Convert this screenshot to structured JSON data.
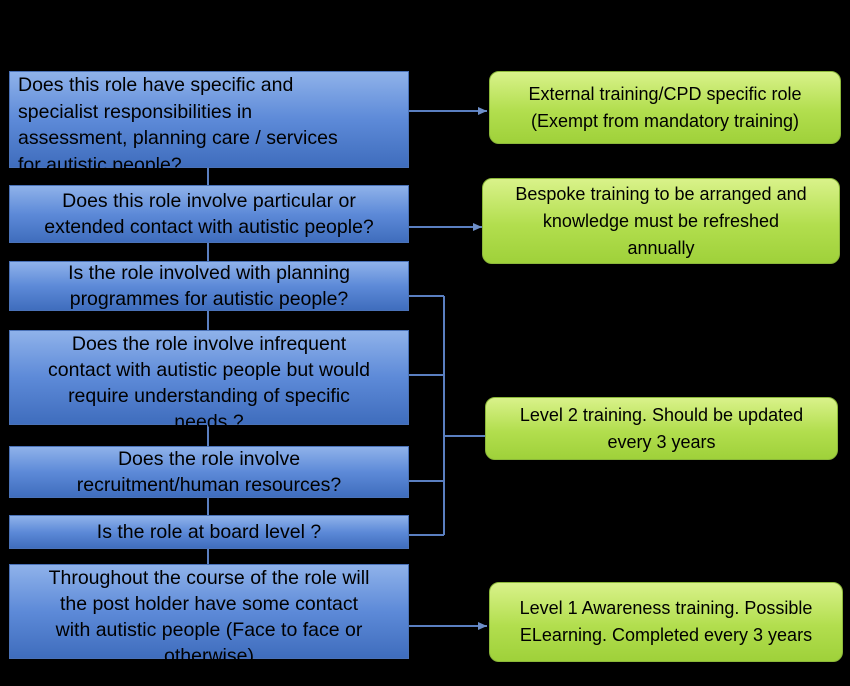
{
  "questions": [
    {
      "text": "Does this role have specific and\nspecialist responsibilities in\nassessment, planning care / services\nfor autistic people?"
    },
    {
      "text": "Does this role involve particular or\nextended contact with autistic people?"
    },
    {
      "text": "Is the role involved with planning\nprogrammes for autistic people?"
    },
    {
      "text": "Does the role involve infrequent\ncontact with autistic people but would\nrequire understanding of specific\nneeds ?"
    },
    {
      "text": "Does the role involve\nrecruitment/human resources?"
    },
    {
      "text": "Is the role at board level ?"
    },
    {
      "text": "Throughout the course of the role will\nthe post holder have some contact\nwith autistic people (Face to face or\notherwise)"
    }
  ],
  "outcomes": [
    {
      "text": "External training/CPD specific role\n(Exempt from mandatory training)"
    },
    {
      "text": "Bespoke training to be arranged and\nknowledge must be refreshed\nannually"
    },
    {
      "text": "Level 2 training. Should be updated\nevery 3 years"
    },
    {
      "text": "Level 1 Awareness training. Possible\nELearning. Completed every 3 years"
    }
  ],
  "colors": {
    "question_fill": "#5d8ad8",
    "outcome_fill": "#b2de4e",
    "connector": "#5a7fc0",
    "background": "#000000"
  }
}
